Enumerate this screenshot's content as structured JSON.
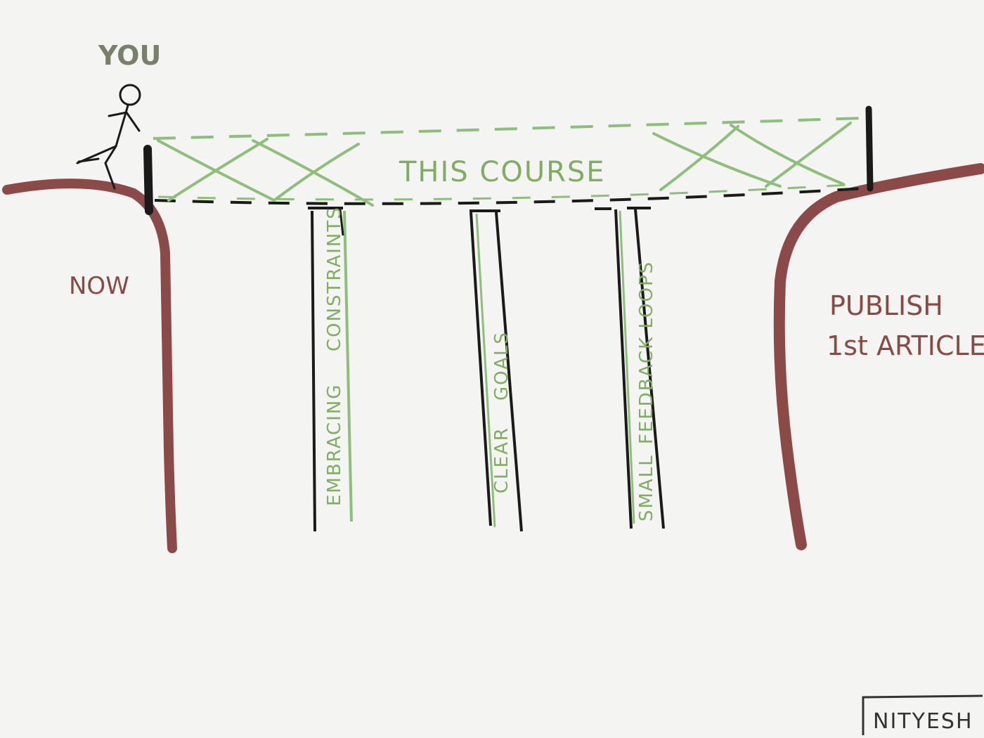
{
  "labels": {
    "you": "YOU",
    "now": "NOW",
    "destination_line1": "PUBLISH",
    "destination_line2": "1st ARTICLE",
    "bridge": "THIS COURSE",
    "signature": "NITYESH"
  },
  "pillars": [
    {
      "line1": "EMBRACING",
      "line2": "CONSTRAINTS"
    },
    {
      "line1": "CLEAR",
      "line2": "GOALS"
    },
    {
      "line1": "SMALL",
      "line2": "FEEDBACK LOOPS"
    }
  ],
  "colors": {
    "background": "#f4f4f2",
    "cliff": "#8b4a47",
    "bridge_rope": "#8cc07a",
    "ink": "#1a1a1a",
    "label_green": "#7fae62",
    "label_brown": "#8a4a44",
    "label_gray": "#7a7f6a"
  }
}
